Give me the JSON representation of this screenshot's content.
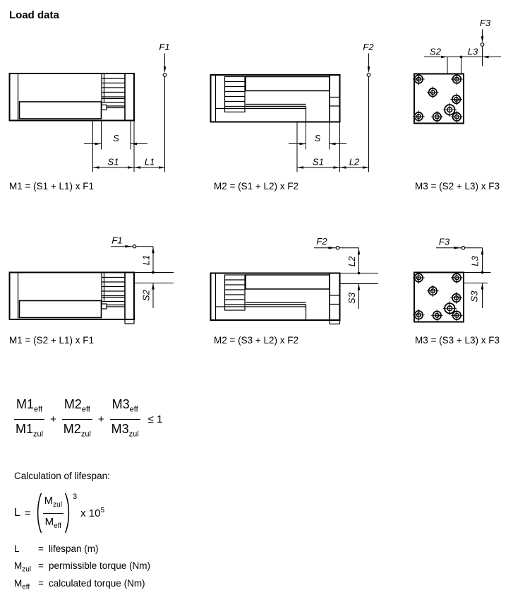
{
  "title": "Load data",
  "diagrams": {
    "r1_left": {
      "force": "F1",
      "dim_s": "S",
      "dim_span": "S1",
      "dim_offset": "L1",
      "formula": "M1 = (S1 + L1) x F1"
    },
    "r1_middle": {
      "force": "F2",
      "dim_s": "S",
      "dim_span": "S1",
      "dim_offset": "L2",
      "formula": "M2 = (S1 + L2) x F2"
    },
    "r1_right": {
      "force": "F3",
      "dim_span": "S2",
      "dim_offset": "L3",
      "formula": "M3 = (S2 + L3) x F3"
    },
    "r2_left": {
      "force": "F1",
      "dim_offset": "L1",
      "dim_span": "S2",
      "formula": "M1 = (S2 + L1) x F1"
    },
    "r2_middle": {
      "force": "F2",
      "dim_offset": "L2",
      "dim_span": "S3",
      "formula": "M2 = (S3 + L2) x F2"
    },
    "r2_right": {
      "force": "F3",
      "dim_offset": "L3",
      "dim_span": "S3",
      "formula": "M3 = (S3 + L3) x F3"
    }
  },
  "constraint": {
    "terms": [
      {
        "base": "M1",
        "num_sub": "eff",
        "den_sub": "zul"
      },
      {
        "base": "M2",
        "num_sub": "eff",
        "den_sub": "zul"
      },
      {
        "base": "M3",
        "num_sub": "eff",
        "den_sub": "zul"
      }
    ],
    "operator": "+",
    "relation": "≤ 1"
  },
  "lifespan": {
    "heading": "Calculation of lifespan:",
    "formula": {
      "lhs": "L",
      "eq": "=",
      "num_base": "M",
      "num_sub": "zul",
      "den_base": "M",
      "den_sub": "eff",
      "exponent": "3",
      "factor_base": "x 10",
      "factor_exp": "5"
    },
    "legend": [
      {
        "term": "L",
        "term_sub": "",
        "eq": "=",
        "definition": "lifespan (m)"
      },
      {
        "term": "M",
        "term_sub": "zul",
        "eq": "=",
        "definition": "permissible torque (Nm)"
      },
      {
        "term": "M",
        "term_sub": "eff",
        "eq": "=",
        "definition": "calculated torque (Nm)"
      }
    ]
  },
  "colors": {
    "line": "#000000",
    "background": "#ffffff"
  }
}
